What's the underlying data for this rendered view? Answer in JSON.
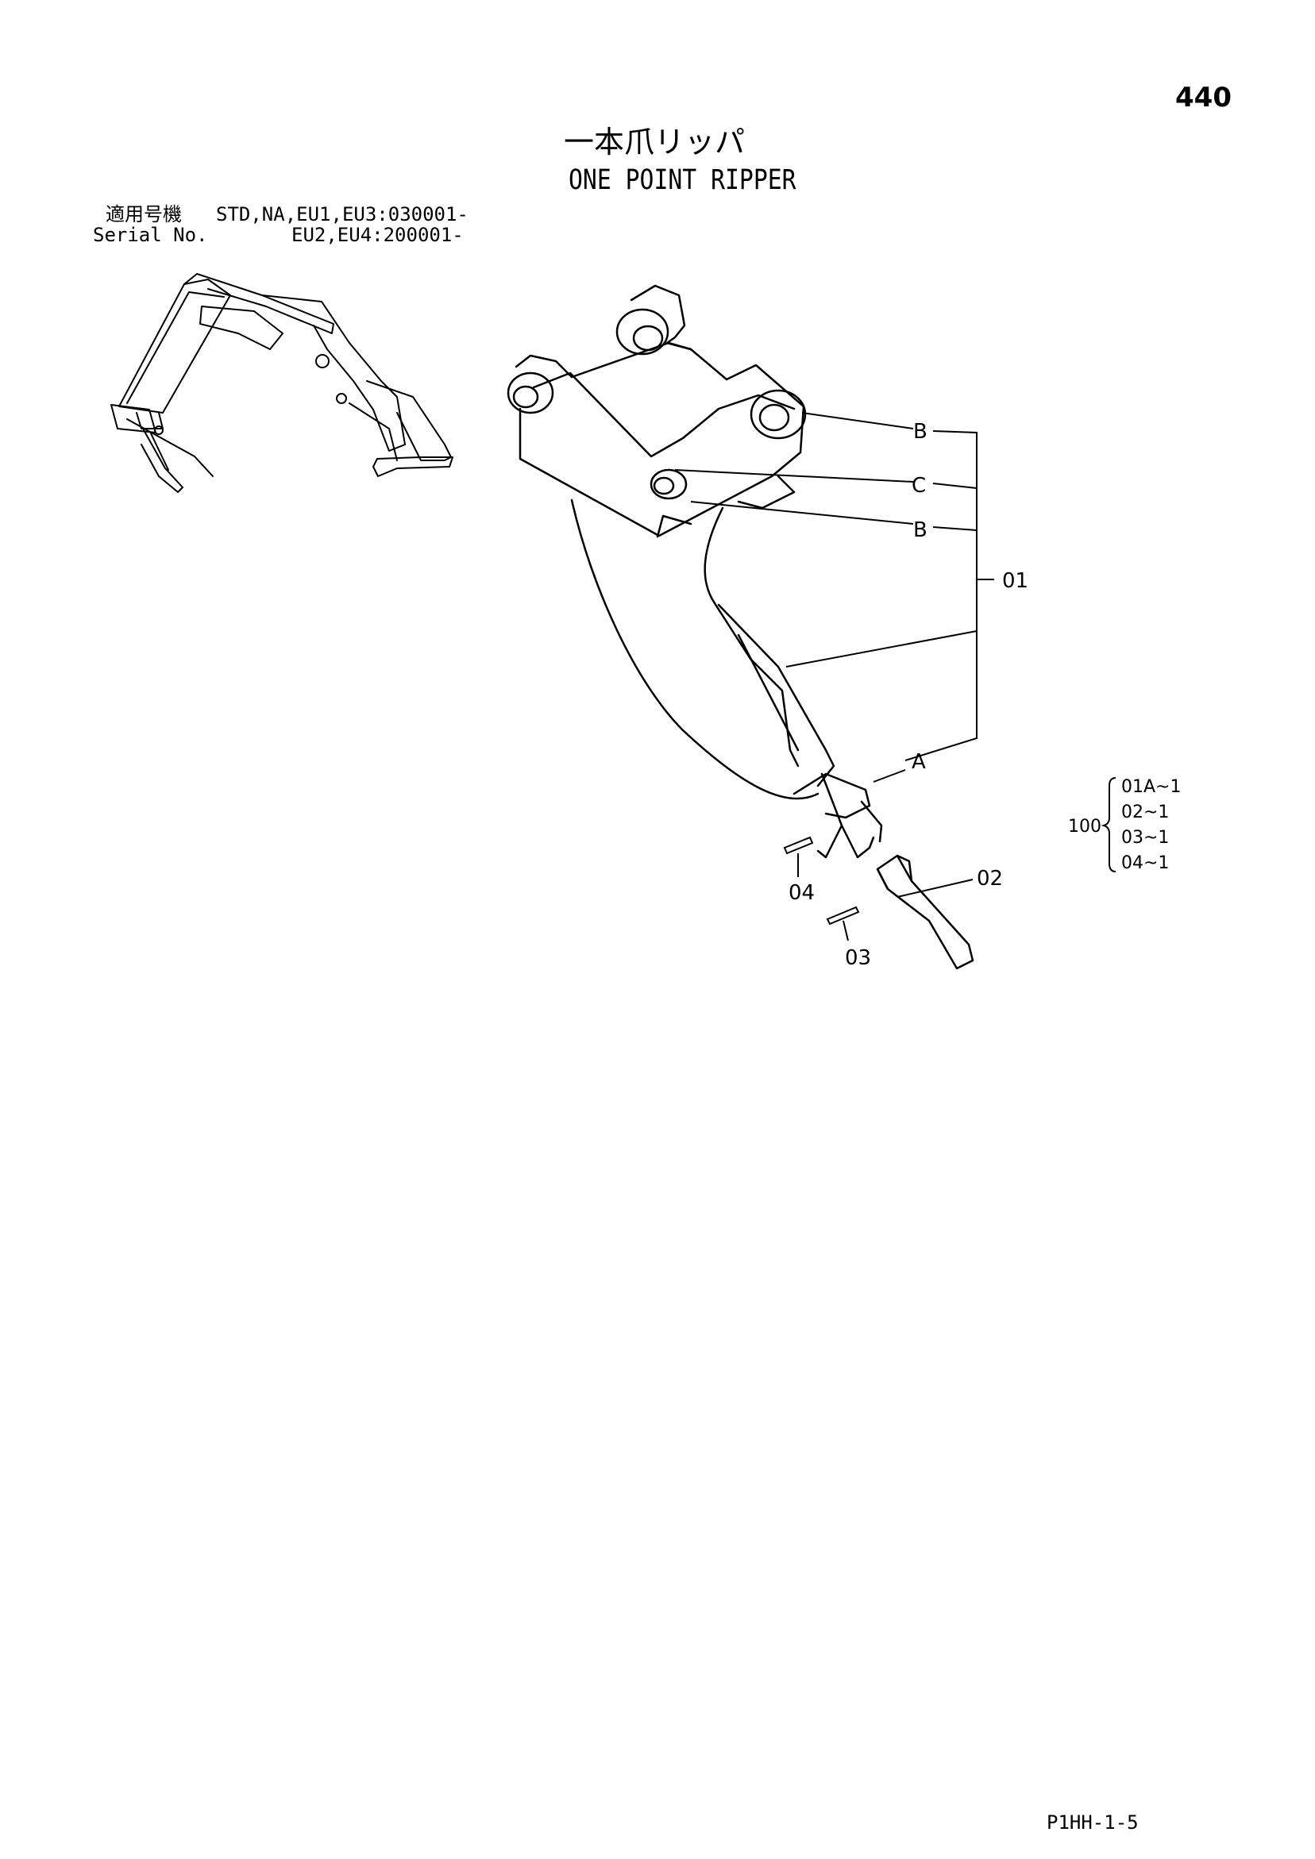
{
  "page_number": "440",
  "title": {
    "japanese": "一本爪リッパ",
    "english": "ONE POINT RIPPER"
  },
  "serial": {
    "label_jp": "適用号機",
    "label_en": "Serial No.",
    "line1": "STD,NA,EU1,EU3:030001-",
    "line2": "EU2,EU4:200001-"
  },
  "callouts": {
    "b_upper": "B",
    "c": "C",
    "b_lower": "B",
    "a": "A",
    "part_01": "01",
    "part_02": "02",
    "part_03": "03",
    "part_04": "04"
  },
  "kit": {
    "number": "100",
    "items": [
      "01A~1",
      "02~1",
      "03~1",
      "04~1"
    ]
  },
  "footer": "P1HH-1-5"
}
